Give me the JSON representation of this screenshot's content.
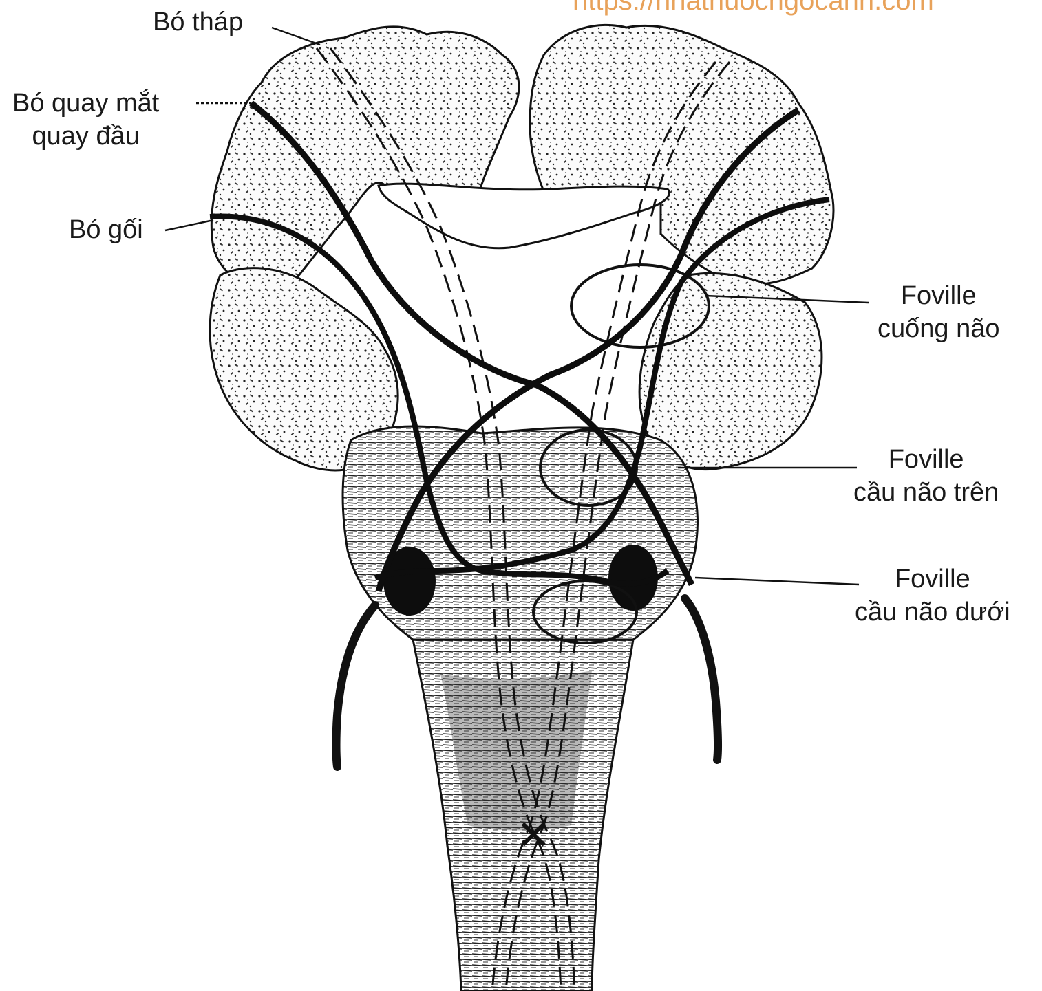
{
  "watermark": "https://nhathuocngocanh.com",
  "labels": {
    "bo_thap": "Bó tháp",
    "bo_quay_mat_1": "Bó quay mắt",
    "bo_quay_mat_2": "quay đầu",
    "bo_goi": "Bó gối",
    "foville_cuong_1": "Foville",
    "foville_cuong_2": "cuống não",
    "foville_cau_tren_1": "Foville",
    "foville_cau_tren_2": "cầu não trên",
    "foville_cau_duoi_1": "Foville",
    "foville_cau_duoi_2": "cầu não dưới"
  }
}
